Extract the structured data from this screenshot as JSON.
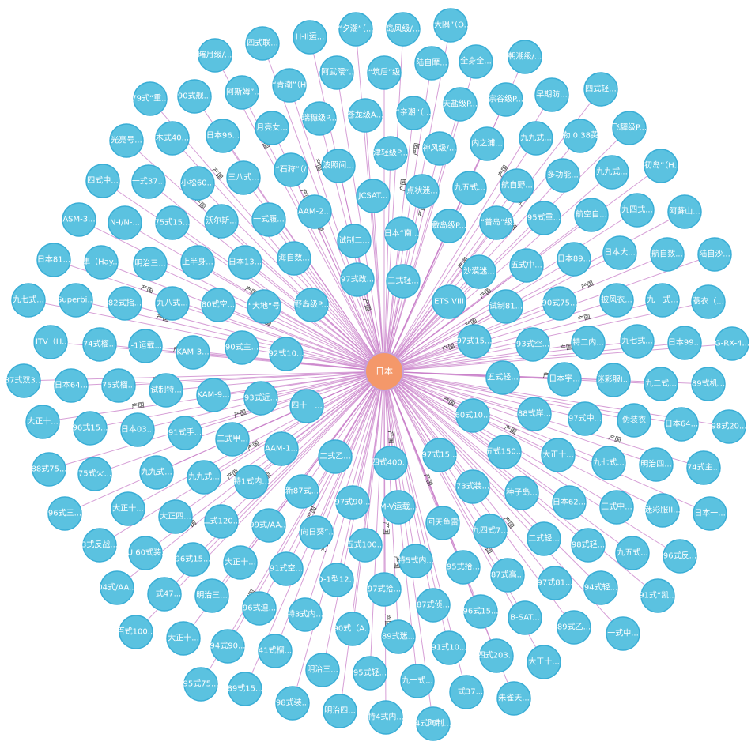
{
  "center": {
    "label": "日本"
  },
  "colors": {
    "node": "#5bc2e0",
    "center": "#f4986a",
    "edge": "#c97fc9"
  },
  "edge_label": "产国",
  "nodes": [
    "曙月级/...",
    "四式联...",
    "H-II运...",
    "“夕潮”（...",
    "岛风级/...",
    "“大隅”（O...",
    "79式“重...",
    "90式舰...",
    "“阿斯姆”...",
    "“青潮”（H",
    "“阿武隈”...",
    "“筑后”级",
    "陆自摩...",
    "全身全...",
    "朝潮级/...",
    "光亮号...",
    "木式40...",
    "日本96...",
    "月亮女...",
    "瑞穗级P...",
    "苍龙级A...",
    "“亲潮”（...",
    "天盐级P...",
    "宗谷级P...",
    "早期防...",
    "四式轻...",
    "四式中...",
    "一式37...",
    "小松60...",
    "三八式...",
    "“石狩”（/",
    "波照间...",
    "津轻级P...",
    "神风级/...",
    "内之浦...",
    "九九式...",
    "驱勒 0.38英...",
    "飞驒级P...",
    "ASM-3...",
    "N-I/N-...",
    "75式15...",
    "沃尔斯...",
    "一式履...",
    "AAM-2...",
    "JCSAT...",
    "点状迷...",
    "九五式...",
    "航自野...",
    "多功能...",
    "九九式...",
    "“初岛”（H...",
    "日本81...",
    "隼（Hay...",
    "明治三...",
    "上半身...",
    "日本13...",
    "海自数...",
    "试制二...",
    "日本“南...",
    "敷岛级P...",
    "“普岛”级",
    "95式重...",
    "航空自...",
    "九四式...",
    "阿蘇山...",
    "九七式...",
    "Superbi...",
    "82式指...",
    "九八式...",
    "80式空...",
    "“大地”号",
    "野岛级P...",
    "97式改...",
    "三式轻...",
    "沙漠迷...",
    "五式中...",
    "日本89...",
    "日本大...",
    "航自数...",
    "陆自沙...",
    "HTV（H...",
    "74式榴...",
    "J-1运载...",
    "KAM-3...",
    "90式主...",
    "92式10...",
    "ETS VIII",
    "试制81...",
    "90式75...",
    "披风衣...",
    "九一式...",
    "蓑衣（...",
    "87式双3...",
    "日本64...",
    "75式榴...",
    "试制特...",
    "KAM-9...",
    "93式近...",
    "四十一...",
    "97式15...",
    "93式空...",
    "特二内...",
    "九七式...",
    "日本99...",
    "G-RX-4...",
    "大正十...",
    "96式15...",
    "日本03...",
    "91式手...",
    "二式甲...",
    "AAM-1...",
    "60式10...",
    "五式轻...",
    "日本宇...",
    "迷彩服I...",
    "九二式...",
    "89式机...",
    "88式75...",
    "75式火...",
    "九九式...",
    "九九式...",
    "特1式内...",
    "二式乙...",
    "四式400...",
    "97式15...",
    "88式岸...",
    "97式中...",
    "伪装衣",
    "日本64...",
    "98式20...",
    "96式三...",
    "大正十...",
    "大正四...",
    "新87式...",
    "97式90...",
    "M-V运载...",
    "73式装...",
    "五式150...",
    "大正十...",
    "九七式...",
    "明治四...",
    "74式主...",
    "3式反战...",
    "SU 60式装...",
    "二式120...",
    "99式/AA...",
    "“向日葵”...",
    "回天鱼雷",
    "种子岛...",
    "日本62...",
    "三式中...",
    "迷彩服II...",
    "日本一...",
    "04式/AA...",
    "96式15...",
    "大正十...",
    "91式空...",
    "五式100...",
    "特5式内...",
    "九四式7...",
    "二式轻...",
    "98式轻...",
    "九五式...",
    "96式反...",
    "百式100...",
    "一式47...",
    "明治三...",
    "O-1型12...",
    "97式拾...",
    "95式拾...",
    "87式高...",
    "97式81...",
    "94式轻...",
    "91式“凯...",
    "大正十...",
    "94式90...",
    "96式迫...",
    "特3式内...",
    "87式侦...",
    "96式15...",
    "B-SAT...",
    "89式乙...",
    "一式中...",
    "95式75...",
    "41式榴...",
    "90式（A...",
    "89式迷...",
    "91式10...",
    "四式203...",
    "大正十...",
    "89式15...",
    "明治三...",
    "95式轻...",
    "九一式...",
    "一式37...",
    "朱雀天...",
    "98式装...",
    "明治四...",
    "特4式内...",
    "4式陶制..."
  ]
}
